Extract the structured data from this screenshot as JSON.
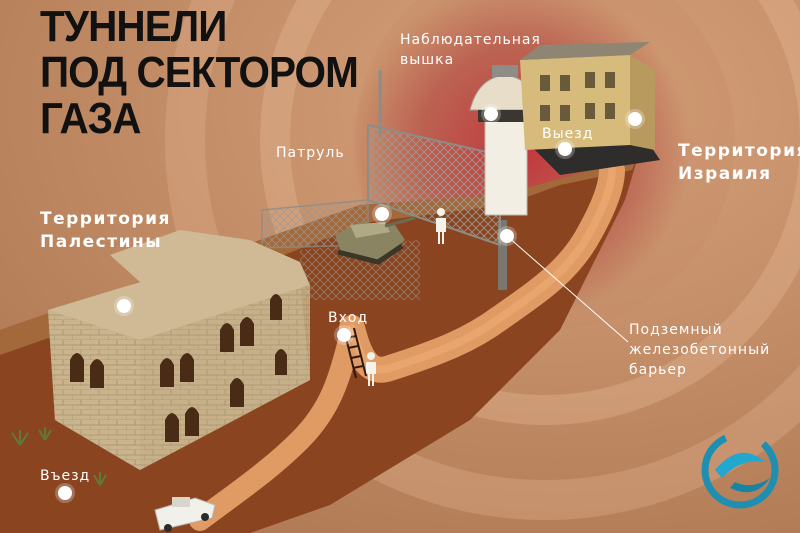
{
  "title_lines": [
    "ТУННЕЛИ",
    "ПОД СЕКТОРОМ",
    "ГАЗА"
  ],
  "labels": {
    "watchtower": [
      "Наблюдательная",
      "вышка"
    ],
    "exit": "Выезд",
    "israel": [
      "Территория",
      "Израиля"
    ],
    "patrol": "Патруль",
    "palestine": [
      "Территория",
      "Палестины"
    ],
    "entrance": "Вход",
    "barrier": [
      "Подземный",
      "железобетонный",
      "барьер"
    ],
    "entry_road": "Въезд"
  },
  "colors": {
    "background": "#c08a63",
    "glow": "#b8323a",
    "tunnel": "#e09a63",
    "soil": "#6b2f14",
    "logo": "#1e8fb0"
  },
  "icons": [
    "tank-icon",
    "soldier-icon",
    "truck-icon",
    "logo-icon"
  ]
}
